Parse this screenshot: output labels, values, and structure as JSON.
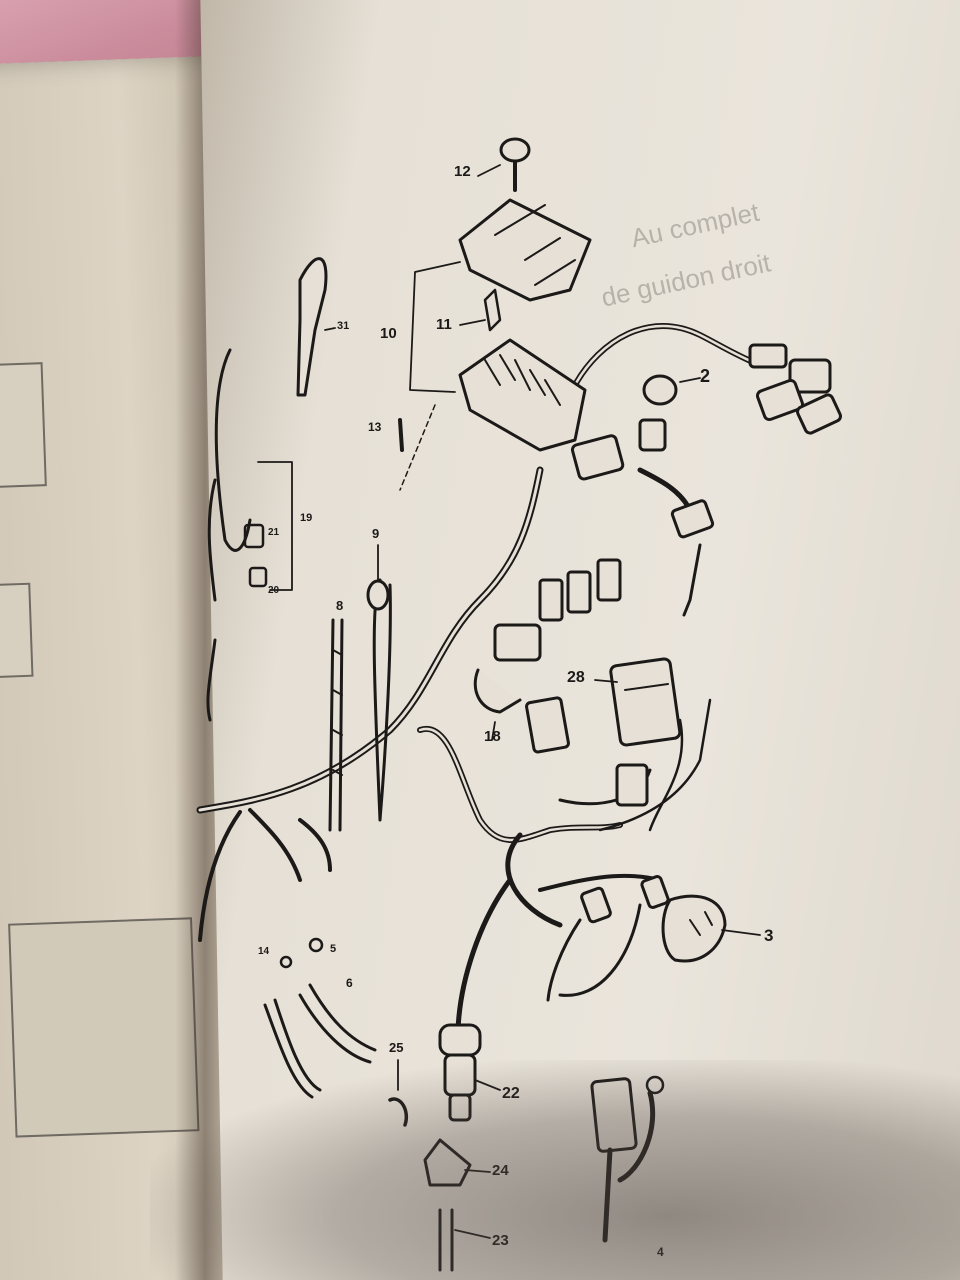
{
  "page": {
    "page_number": "4"
  },
  "callouts": {
    "c12": "12",
    "c10": "10",
    "c11": "11",
    "c13": "13",
    "c2": "2",
    "c31": "31",
    "c19": "19",
    "c21": "21",
    "c20": "20",
    "c9": "9",
    "c8": "8",
    "c28": "28",
    "c18": "18",
    "c3": "3",
    "c14": "14",
    "c5": "5",
    "c6": "6",
    "c25": "25",
    "c22": "22",
    "c24": "24",
    "c23": "23"
  },
  "bleed_through": {
    "t1": "Au complet",
    "t2": "de guidon droit"
  },
  "colors": {
    "ink": "#1c1a18",
    "paper": "#e6e0d6"
  }
}
